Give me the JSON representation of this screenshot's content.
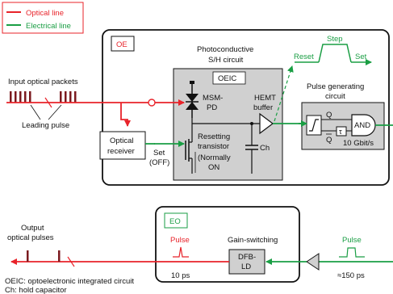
{
  "legend": {
    "optical": "Optical line",
    "electrical": "Electrical line",
    "colors": {
      "optical": "#e8232a",
      "electrical": "#1a9e44"
    }
  },
  "oe_module": {
    "tag": "OE",
    "sh_title_line1": "Photoconductive",
    "sh_title_line2": "S/H circuit",
    "oeic_label": "OEIC",
    "msm_line1": "MSM-",
    "msm_line2": "PD",
    "hemt_line1": "HEMT",
    "hemt_line2": "buffer",
    "reset_line1": "Resetting",
    "reset_line2": "transistor",
    "reset_line3": "(Normally",
    "reset_line4": "ON",
    "ch_label": "Ch",
    "pulse_gen_line1": "Pulse generating",
    "pulse_gen_line2": "circuit",
    "q_label": "Q",
    "qbar_label": "Q",
    "tau_label": "τ",
    "and_label": "AND",
    "rate_label": "10 Gbit/s"
  },
  "step_signal": {
    "step": "Step",
    "reset": "Reset",
    "set": "Set"
  },
  "input": {
    "title": "Input optical packets",
    "leading": "Leading pulse"
  },
  "optical_receiver": {
    "line1": "Optical",
    "line2": "receiver",
    "set_line1": "Set",
    "set_line2": "(OFF)"
  },
  "eo_module": {
    "tag": "EO",
    "gain_switching": "Gain-switching",
    "dfb_line1": "DFB-",
    "dfb_line2": "LD",
    "pulse_out": "Pulse",
    "pulse_out_width": "10 ps",
    "pulse_in": "Pulse",
    "pulse_in_width": "≈150 ps"
  },
  "output": {
    "line1": "Output",
    "line2": "optical pulses"
  },
  "footnotes": {
    "oeic": "OEIC: optoelectronic integrated circuit",
    "ch": "Ch: hold capacitor"
  }
}
